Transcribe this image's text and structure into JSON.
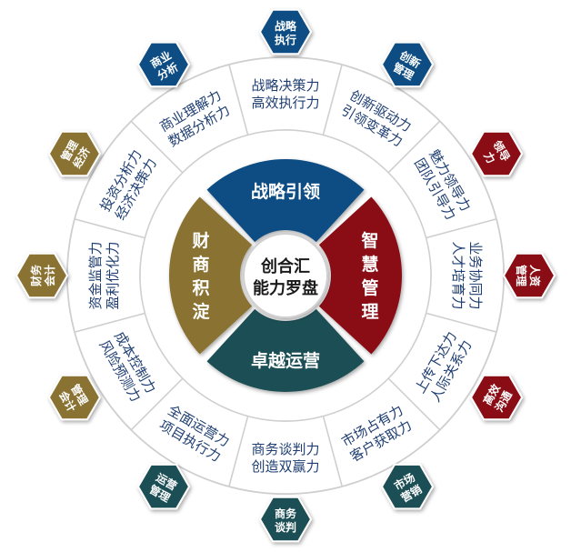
{
  "center": {
    "line1": "创合汇",
    "line2": "能力罗盘"
  },
  "quadrants": [
    {
      "id": "top",
      "label": "战略引领",
      "color": "#0f4d83",
      "vertical": false
    },
    {
      "id": "right",
      "label": "智慧管理",
      "color": "#8a1016",
      "vertical": true
    },
    {
      "id": "bottom",
      "label": "卓越运营",
      "color": "#1f4f55",
      "vertical": false
    },
    {
      "id": "left",
      "label": "财商积淀",
      "color": "#8a7230",
      "vertical": true
    }
  ],
  "ring_segments": [
    {
      "id": "strategy-decision",
      "line1": "战略决策力",
      "line2": "高效执行力"
    },
    {
      "id": "innovation",
      "line1": "创新驱动力",
      "line2": "引领变革力"
    },
    {
      "id": "leadership",
      "line1": "魅力领导力",
      "line2": "团队引导力"
    },
    {
      "id": "collaboration",
      "line1": "业务协同力",
      "line2": "人才培育力"
    },
    {
      "id": "execution",
      "line1": "上传下达力",
      "line2": "人际关系力"
    },
    {
      "id": "market",
      "line1": "市场占有力",
      "line2": "客户获取力"
    },
    {
      "id": "negotiation",
      "line1": "商务谈判力",
      "line2": "创造双赢力"
    },
    {
      "id": "operation",
      "line1": "全面运营力",
      "line2": "项目执行力"
    },
    {
      "id": "cost",
      "line1": "成本控制力",
      "line2": "风险预测力"
    },
    {
      "id": "funds",
      "line1": "资金监管力",
      "line2": "盈利优化力"
    },
    {
      "id": "investment",
      "line1": "投资分析力",
      "line2": "经济决策力"
    },
    {
      "id": "business",
      "line1": "商业理解力",
      "line2": "数据分析力"
    }
  ],
  "hexagons": [
    {
      "id": "strategy-exec",
      "line1": "战略",
      "line2": "执行",
      "color": "#0f4d83"
    },
    {
      "id": "innovation-mgmt",
      "line1": "创新",
      "line2": "管理",
      "color": "#0f4d83"
    },
    {
      "id": "leadership",
      "line1": "领导",
      "line2": "力",
      "color": "#8a1016"
    },
    {
      "id": "hr-mgmt",
      "line1": "人资",
      "line2": "管理",
      "color": "#8a1016"
    },
    {
      "id": "efficient-comm",
      "line1": "高效",
      "line2": "沟通",
      "color": "#8a1016"
    },
    {
      "id": "marketing",
      "line1": "市场",
      "line2": "营销",
      "color": "#1f4f55"
    },
    {
      "id": "negotiation",
      "line1": "商务",
      "line2": "谈判",
      "color": "#1f4f55"
    },
    {
      "id": "ops-mgmt",
      "line1": "运营",
      "line2": "管理",
      "color": "#1f4f55"
    },
    {
      "id": "accounting",
      "line1": "管理",
      "line2": "会计",
      "color": "#8a7230"
    },
    {
      "id": "finance",
      "line1": "财务",
      "line2": "会计",
      "color": "#8a7230"
    },
    {
      "id": "mgmt-econ",
      "line1": "管理",
      "line2": "经济",
      "color": "#8a7230"
    },
    {
      "id": "business-analysis",
      "line1": "商业",
      "line2": "分析",
      "color": "#0f4d83"
    }
  ]
}
